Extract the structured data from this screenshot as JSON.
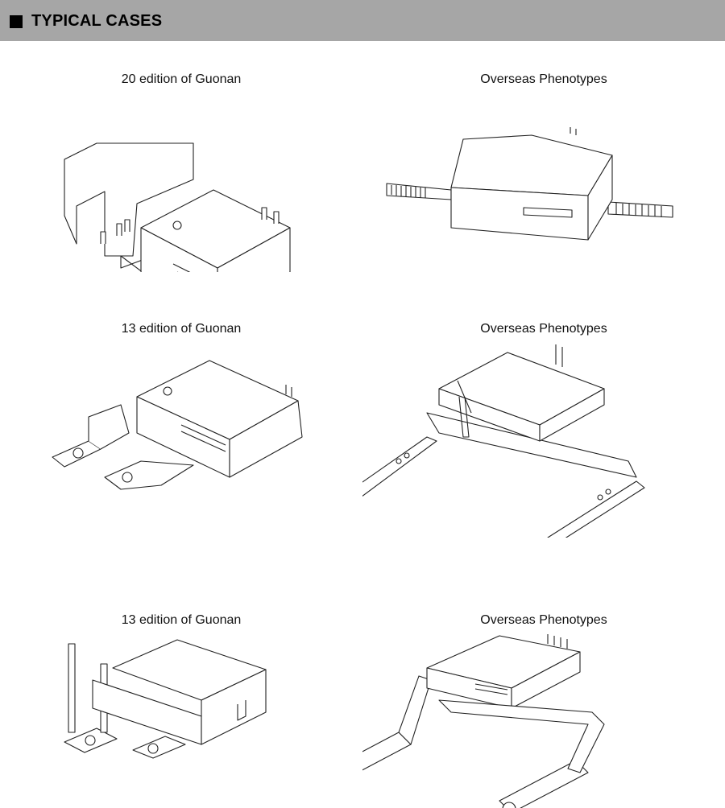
{
  "header": {
    "title": "TYPICAL CASES",
    "icon": "black-square-icon"
  },
  "cases": [
    {
      "caption": "20 edition of Guonan"
    },
    {
      "caption": "Overseas Phenotypes"
    },
    {
      "caption": "13 edition of Guonan"
    },
    {
      "caption": "Overseas Phenotypes"
    },
    {
      "caption": "13 edition of Guonan"
    },
    {
      "caption": "Overseas Phenotypes"
    }
  ]
}
